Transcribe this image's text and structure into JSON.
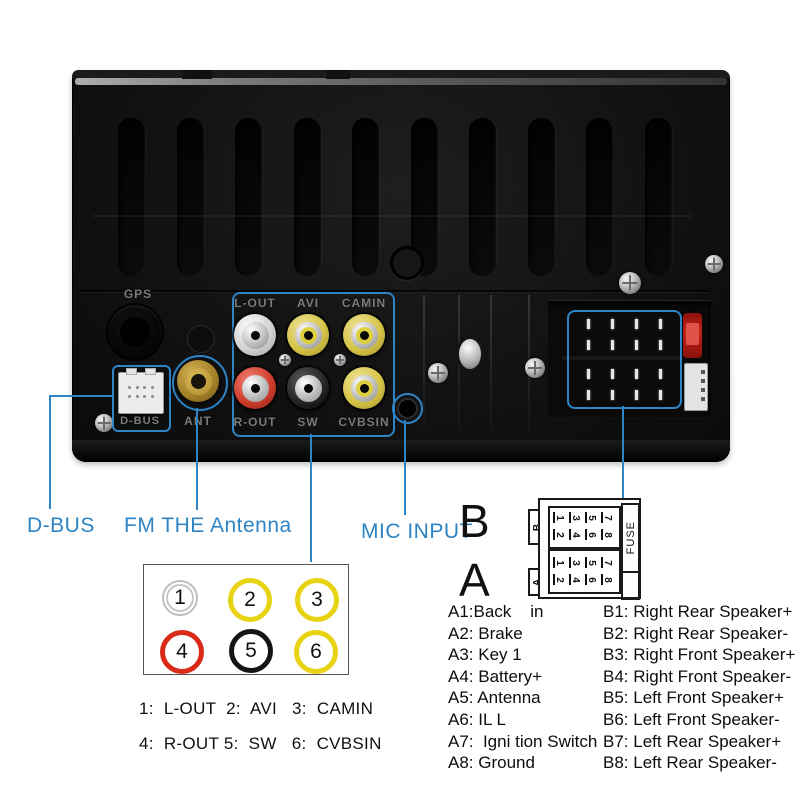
{
  "colors": {
    "annotation_blue": "#2e84c4",
    "key_yellow": "#e8d312",
    "key_red": "#da2a18",
    "key_black": "#151515"
  },
  "device": {
    "gps_label": "GPS",
    "dbus_engraved": "D-BUS",
    "ant_engraved": "ANT",
    "rca_labels": {
      "l_out": "L-OUT",
      "avi": "AVI",
      "camin": "CAMIN",
      "r_out": "R-OUT",
      "sw": "SW",
      "cvbsin": "CVBSIN"
    }
  },
  "callouts": {
    "dbus": "D-BUS",
    "antenna": "FM THE Antenna",
    "mic": "MIC INPUT"
  },
  "rca_key": {
    "circles": [
      {
        "num": "1",
        "color": "white"
      },
      {
        "num": "2",
        "color": "yellow"
      },
      {
        "num": "3",
        "color": "yellow"
      },
      {
        "num": "4",
        "color": "red"
      },
      {
        "num": "5",
        "color": "black"
      },
      {
        "num": "6",
        "color": "yellow"
      }
    ],
    "legend1": "1:  L-OUT  2:  AVI   3:  CAMIN",
    "legend2": "4:  R-OUT 5:  SW   6:  CVBSIN"
  },
  "iso": {
    "b_letter": "B",
    "a_letter": "A",
    "b_tab": "B",
    "a_tab": "A",
    "fuse": "FUSE",
    "pins_odd": [
      "1",
      "3",
      "5",
      "7"
    ],
    "pins_even": [
      "2",
      "4",
      "6",
      "8"
    ]
  },
  "pinout_a": [
    "A1:Back    in",
    "A2: Brake",
    "A3: Key 1",
    "A4: Battery+",
    "A5: Antenna",
    "A6: IL L",
    "A7:  Igni tion Switch",
    "A8: Ground"
  ],
  "pinout_b": [
    "B1: Right Rear Speaker+",
    "B2: Right Rear Speaker-",
    "B3: Right Front Speaker+",
    "B4: Right Front Speaker-",
    "B5: Left Front Speaker+",
    "B6: Left Front Speaker-",
    "B7: Left Rear Speaker+",
    "B8: Left Rear Speaker-"
  ]
}
